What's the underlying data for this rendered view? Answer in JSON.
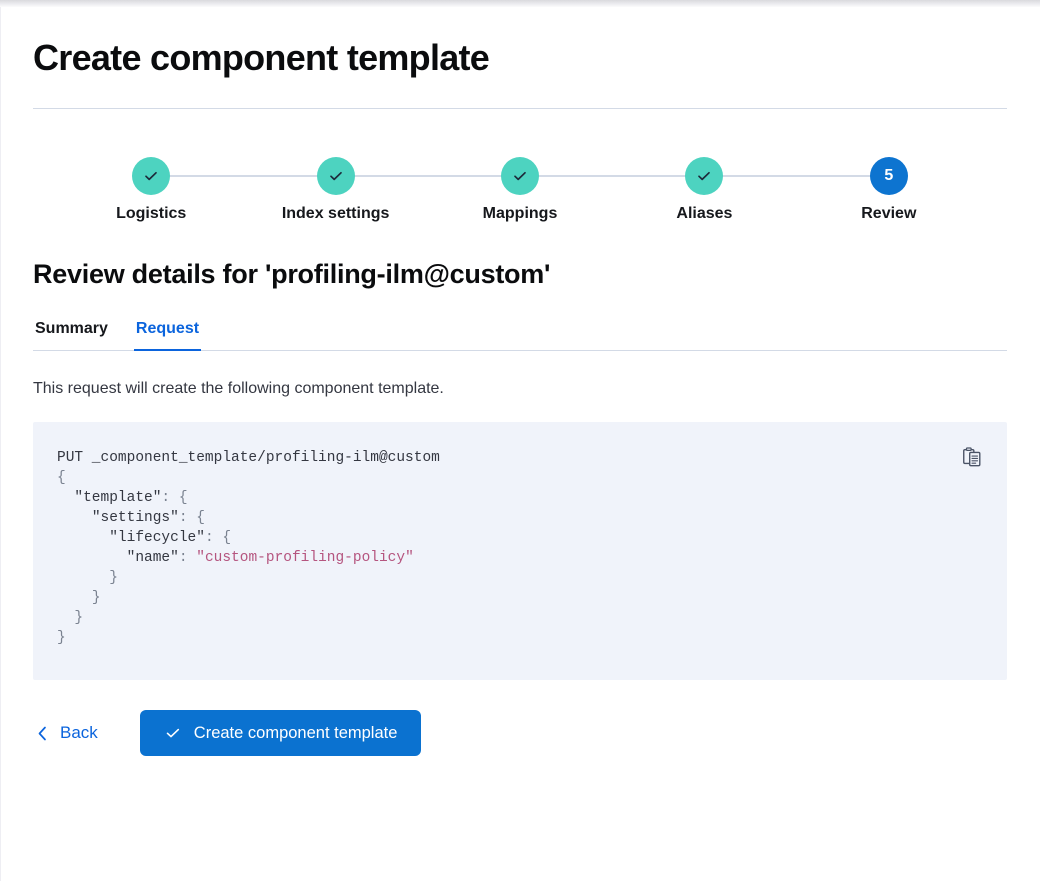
{
  "page": {
    "title": "Create component template"
  },
  "stepper": {
    "steps": [
      {
        "label": "Logistics",
        "state": "done",
        "marker": "check"
      },
      {
        "label": "Index settings",
        "state": "done",
        "marker": "check"
      },
      {
        "label": "Mappings",
        "state": "done",
        "marker": "check"
      },
      {
        "label": "Aliases",
        "state": "done",
        "marker": "check"
      },
      {
        "label": "Review",
        "state": "current",
        "marker": "5"
      }
    ],
    "done_color": "#4dd3c0",
    "current_color": "#0d74d0",
    "connector_color": "#d3dae6"
  },
  "review": {
    "heading": "Review details for 'profiling-ilm@custom'",
    "tabs": [
      {
        "label": "Summary",
        "active": false
      },
      {
        "label": "Request",
        "active": true
      }
    ],
    "active_tab_color": "#0b64dd",
    "description": "This request will create the following component template."
  },
  "request": {
    "method_line": "PUT _component_template/profiling-ilm@custom",
    "body_lines": [
      "{",
      "  \"template\": {",
      "    \"settings\": {",
      "      \"lifecycle\": {",
      "        \"name\": \"custom-profiling-policy\"",
      "      }",
      "    }",
      "  }",
      "}"
    ],
    "full_text": "PUT _component_template/profiling-ilm@custom\n{\n  \"template\": {\n    \"settings\": {\n      \"lifecycle\": {\n        \"name\": \"custom-profiling-policy\"\n      }\n    }\n  }\n}",
    "string_value": "custom-profiling-policy",
    "background": "#f0f3fa",
    "string_color": "#b5557f",
    "copy_icon": "clipboard-copy-icon"
  },
  "footer": {
    "back_label": "Back",
    "back_icon": "chevron-left-icon",
    "submit_label": "Create component template",
    "submit_icon": "check-icon",
    "submit_color": "#0b72d0"
  }
}
